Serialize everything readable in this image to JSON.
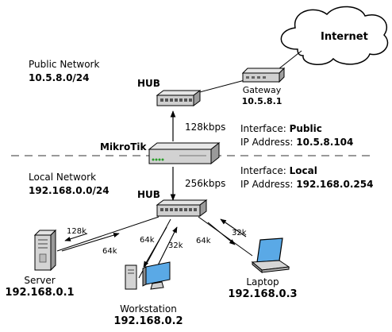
{
  "cloud": {
    "label": "Internet"
  },
  "public_network": {
    "title": "Public Network",
    "subnet": "10.5.8.0/24"
  },
  "local_network": {
    "title": "Local Network",
    "subnet": "192.168.0.0/24"
  },
  "hub_top": {
    "label": "HUB"
  },
  "hub_bottom": {
    "label": "HUB"
  },
  "gateway": {
    "name": "Gateway",
    "ip": "10.5.8.1"
  },
  "router": {
    "name": "MikroTik"
  },
  "interface_public": {
    "prefix": "Interface: ",
    "name": "Public",
    "ip_prefix": "IP Address: ",
    "ip": "10.5.8.104"
  },
  "interface_local": {
    "prefix": "Interface: ",
    "name": "Local",
    "ip_prefix": "IP Address: ",
    "ip": "192.168.0.254"
  },
  "links": {
    "uplink_speed": "128kbps",
    "downlink_speed": "256kbps"
  },
  "server": {
    "name": "Server",
    "ip": "192.168.0.1",
    "up": "128k",
    "down": "64k"
  },
  "workstation": {
    "name": "Workstation",
    "ip": "192.168.0.2",
    "down": "64k",
    "up": "32k"
  },
  "laptop": {
    "name": "Laptop",
    "ip": "192.168.0.3",
    "down": "64k",
    "up": "32k"
  }
}
